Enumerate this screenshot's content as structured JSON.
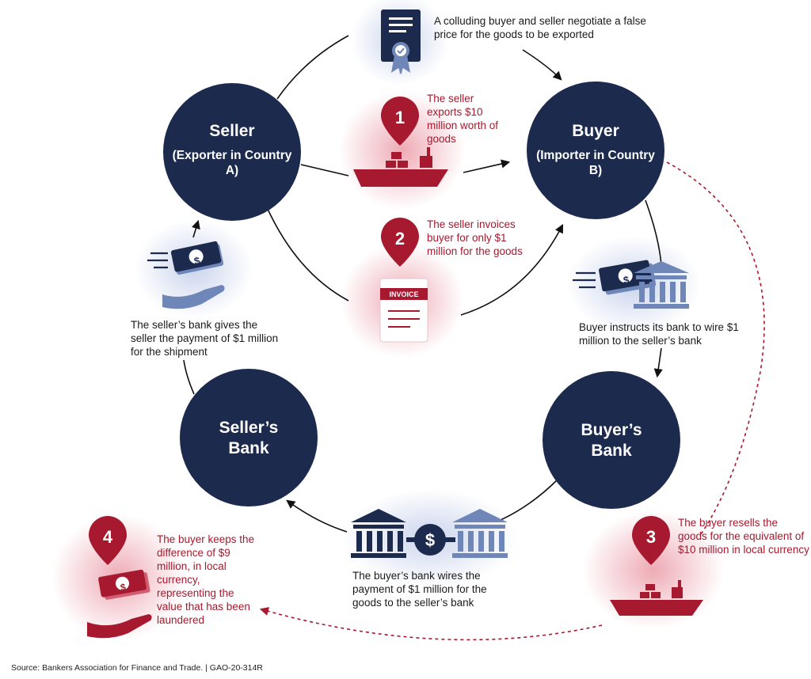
{
  "nodes": {
    "seller": {
      "title": "Seller",
      "subtitle": "(Exporter in Country A)"
    },
    "buyer": {
      "title": "Buyer",
      "subtitle": "(Importer in Country B)"
    },
    "sellers_bank": {
      "title": "Seller’s Bank"
    },
    "buyers_bank": {
      "title": "Buyer’s Bank"
    }
  },
  "captions": {
    "negotiate": "A colluding buyer and seller negotiate a false price for the goods to be exported",
    "buyer_instructs": "Buyer instructs its bank to wire $1 million to the seller’s bank",
    "bank_wires": "The buyer’s bank wires the payment of $1 million for the goods to the seller’s bank",
    "seller_paid": "The seller’s bank gives the seller the payment of $1 million for the shipment"
  },
  "steps": [
    {
      "number": "1",
      "text": "The seller exports $10 million worth of goods"
    },
    {
      "number": "2",
      "text": "The seller invoices buyer for only $1 million for the goods"
    },
    {
      "number": "3",
      "text": "The buyer resells the goods for the equivalent of $10 million in local currency"
    },
    {
      "number": "4",
      "text": "The buyer keeps the difference of $9 million, in local currency, representing the value that has been laundered"
    }
  ],
  "icons": {
    "certificate": "certificate-icon",
    "ship": "cargo-ship-icon",
    "invoice_label": "INVOICE",
    "money": "money-bill-icon",
    "bank": "bank-building-icon",
    "dollar": "$"
  },
  "colors": {
    "navy": "#1c2a4e",
    "red": "#a6192e",
    "blue": "#6f86b8",
    "text": "#1a1a1a"
  },
  "source": "Source: Bankers Association for Finance and Trade.  |  GAO-20-314R"
}
